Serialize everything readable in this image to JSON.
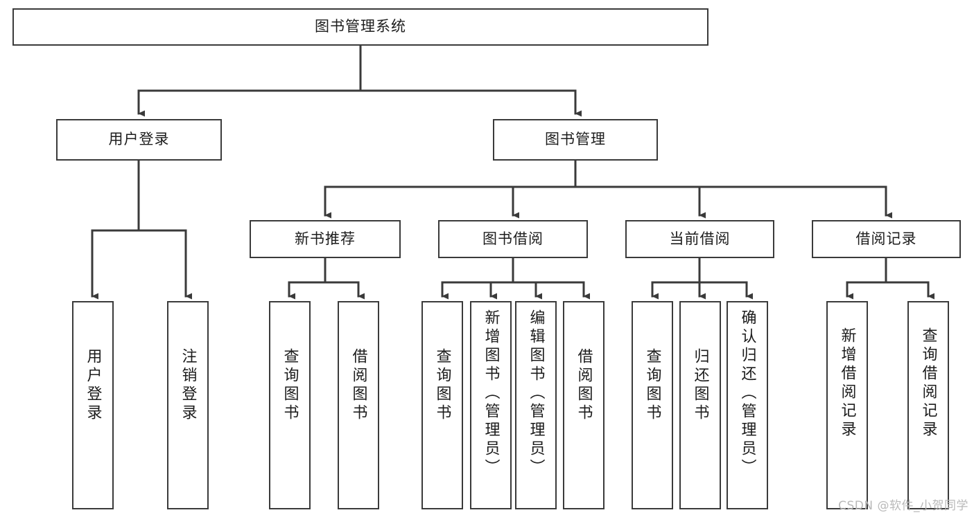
{
  "diagram": {
    "title": "图书管理系统",
    "type": "tree-hierarchy",
    "root": {
      "id": "root",
      "label": "图书管理系统"
    },
    "level1": [
      {
        "id": "user-login",
        "label": "用户登录"
      },
      {
        "id": "book-manage",
        "label": "图书管理"
      }
    ],
    "level2": {
      "user_login_children": [
        {
          "id": "login",
          "label": "用户登录"
        },
        {
          "id": "logout",
          "label": "注销登录"
        }
      ],
      "book_manage_children": [
        {
          "id": "new-book-recommend",
          "label": "新书推荐"
        },
        {
          "id": "book-borrow",
          "label": "图书借阅"
        },
        {
          "id": "current-borrow",
          "label": "当前借阅"
        },
        {
          "id": "borrow-record",
          "label": "借阅记录"
        }
      ]
    },
    "level3": {
      "new_book_recommend_children": [
        {
          "id": "query-book-1",
          "label": "查询图书"
        },
        {
          "id": "borrow-book-1",
          "label": "借阅图书"
        }
      ],
      "book_borrow_children": [
        {
          "id": "query-book-2",
          "label": "查询图书"
        },
        {
          "id": "add-book",
          "label": "新增图书（管理员）"
        },
        {
          "id": "edit-book",
          "label": "编辑图书（管理员）"
        },
        {
          "id": "borrow-book-2",
          "label": "借阅图书"
        }
      ],
      "current_borrow_children": [
        {
          "id": "query-book-3",
          "label": "查询图书"
        },
        {
          "id": "return-book",
          "label": "归还图书"
        },
        {
          "id": "confirm-return",
          "label": "确认归还（管理员）"
        }
      ],
      "borrow_record_children": [
        {
          "id": "add-borrow-record",
          "label": "新增借阅记录"
        },
        {
          "id": "query-borrow-record",
          "label": "查询借阅记录"
        }
      ]
    }
  },
  "watermark": {
    "text": "CSDN @软件_小贺同学"
  },
  "style": {
    "box_border_color": "#3a3a3a",
    "edge_color": "#3a3a3a",
    "text_color": "#1c1c1c",
    "background": "#ffffff",
    "watermark_color": "#b9b9b9"
  }
}
